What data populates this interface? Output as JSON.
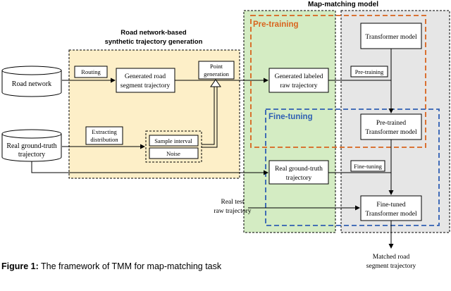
{
  "title": "Map-matching model",
  "regions": {
    "synthetic": "Road network-based synthetic trajectory generation",
    "pretraining": "Pre-training",
    "finetuning": "Fine-tuning"
  },
  "nodes": {
    "road_network": "Road network",
    "real_gt_trajectory": [
      "Real ground-truth",
      "trajectory"
    ],
    "routing": "Routing",
    "generated_road_segment": [
      "Generated road",
      "segment trajectory"
    ],
    "point_generation": [
      "Point",
      "generation"
    ],
    "extracting_distribution": [
      "Extracting",
      "distribution"
    ],
    "sample_interval": "Sample interval",
    "noise": "Noise",
    "generated_labeled_raw": [
      "Generated labeled",
      "raw trajectory"
    ],
    "real_gt_trajectory_mid": [
      "Real ground-truth",
      "trajectory"
    ],
    "transformer_model": "Transformer model",
    "pretraining_label": "Pre-training",
    "pretrained_transformer": [
      "Pre-trained",
      "Transformer model"
    ],
    "finetuning_label": "Fine-tuning",
    "real_test_raw": [
      "Real test",
      "raw trajectory"
    ],
    "finetuned_transformer": [
      "Fine-tuned",
      "Transformer model"
    ],
    "matched_output": [
      "Matched road",
      "segment trajectory"
    ]
  },
  "caption": {
    "prefix": "Figure 1:",
    "text": " The framework of TMM for map-matching task"
  },
  "colors": {
    "yellow_region": "#fdefc8",
    "green_region": "#d4ecc3",
    "gray_region": "#e6e6e6",
    "pretraining_accent": "#d9641e",
    "finetuning_accent": "#2f5fb3"
  }
}
